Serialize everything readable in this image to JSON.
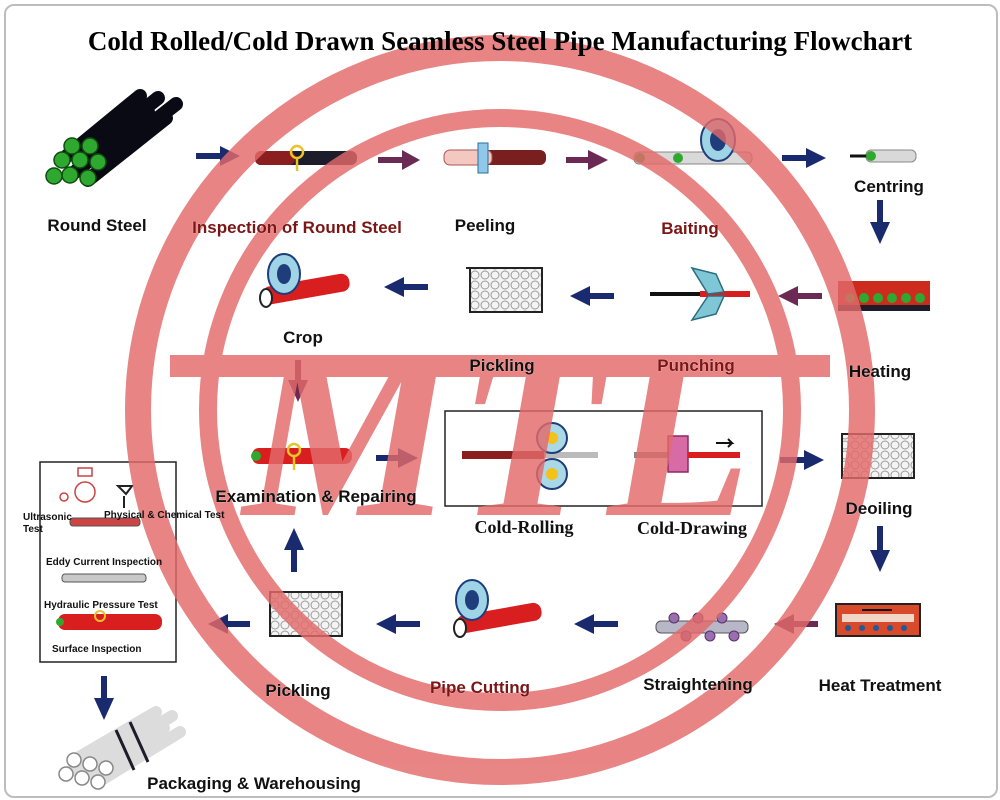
{
  "title": "Cold Rolled/Cold Drawn Seamless Steel Pipe Manufacturing Flowchart",
  "watermark": {
    "text": "MTL",
    "color": "#e36a6a"
  },
  "colors": {
    "arrow": "#1a2a6e",
    "arrow_alt": "#6b2a54",
    "pipe_red": "#d81e1e",
    "pipe_dark": "#1c1c2a",
    "green_end": "#2fa82f"
  },
  "steps": {
    "round_steel": "Round Steel",
    "inspection": "Inspection of Round Steel",
    "peeling": "Peeling",
    "baiting": "Baiting",
    "centring": "Centring",
    "heating": "Heating",
    "punching": "Punching",
    "pickling1": "Pickling",
    "crop": "Crop",
    "examination": "Examination & Repairing",
    "cold_rolling": "Cold-Rolling",
    "cold_drawing": "Cold-Drawing",
    "deoiling": "Deoiling",
    "heat_treatment": "Heat Treatment",
    "straightening": "Straightening",
    "pipe_cutting": "Pipe Cutting",
    "pickling2": "Pickling",
    "packaging": "Packaging & Warehousing"
  },
  "inspection_panel": {
    "ultrasonic": "Ultrasonic Test",
    "physical": "Physical & Chemical Test",
    "eddy": "Eddy Current Inspection",
    "hydraulic": "Hydraulic Pressure Test",
    "surface": "Surface Inspection"
  }
}
